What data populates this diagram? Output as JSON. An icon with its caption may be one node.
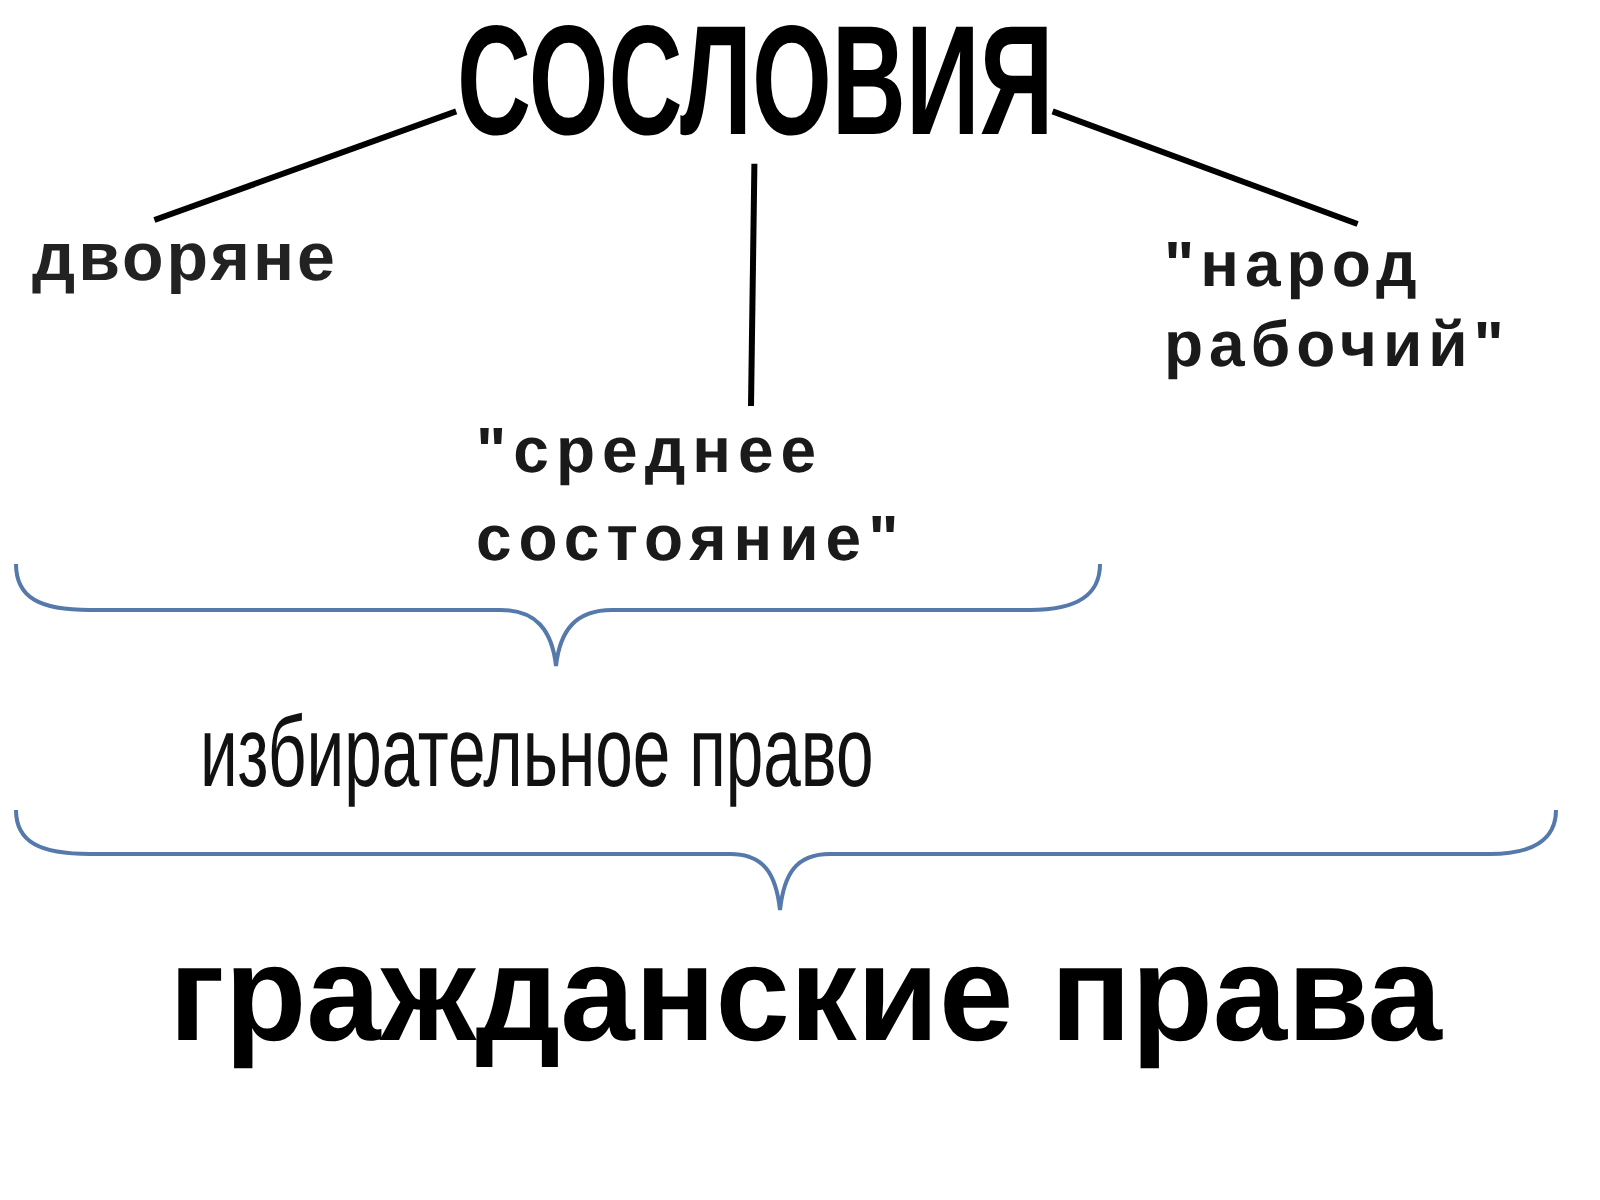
{
  "diagram": {
    "nodes": [
      {
        "text": [
          "СОСЛОВИЯ"
        ]
      },
      {
        "text": [
          "дворяне"
        ]
      },
      {
        "text": [
          "\"среднее состояние\""
        ]
      },
      {
        "text": [
          "\"народ рабочий\""
        ]
      }
    ],
    "edges": [
      {
        "from": 0,
        "to": 1,
        "arrow": "none"
      },
      {
        "from": 0,
        "to": 2,
        "arrow": "none"
      },
      {
        "from": 0,
        "to": 3,
        "arrow": "none"
      }
    ],
    "labels": [
      "избирательное право",
      "гражданские права"
    ]
  }
}
